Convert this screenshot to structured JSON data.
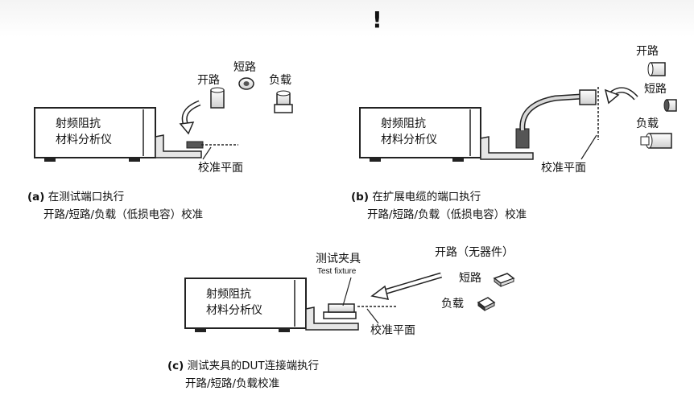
{
  "instrument_label": [
    "射频阻抗",
    "材料分析仪"
  ],
  "panel_a": {
    "std_open": "开路",
    "std_short": "短路",
    "std_load": "负载",
    "plane": "校准平面",
    "caption_tag": "(a)",
    "caption_line1": "在测试端口执行",
    "caption_line2": "开路/短路/负载（低损电容）校准"
  },
  "panel_b": {
    "std_open": "开路",
    "std_short": "短路",
    "std_load": "负载",
    "plane": "校准平面",
    "caption_tag": "(b)",
    "caption_line1": "在扩展电缆的端口执行",
    "caption_line2": "开路/短路/负载（低损电容）校准"
  },
  "panel_c": {
    "fixture": "测试夹具",
    "fixture_en": "Test fixture",
    "std_open": "开路（无器件）",
    "std_short": "短路",
    "std_load": "负载",
    "plane": "校准平面",
    "caption_tag": "(c)",
    "caption_line1": "测试夹具的DUT连接端执行",
    "caption_line2": "开路/短路/负载校准"
  },
  "top_mark": "!"
}
